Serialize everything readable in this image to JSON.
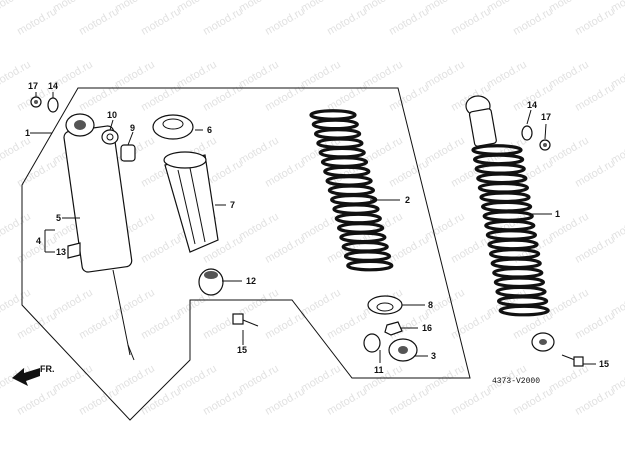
{
  "watermark": "motod.ru",
  "diagram_code": "4373-V2000",
  "front_label": "FR.",
  "callouts": {
    "c1a": "1",
    "c1b": "1",
    "c2": "2",
    "c3": "3",
    "c4": "4",
    "c5": "5",
    "c6": "6",
    "c7": "7",
    "c8": "8",
    "c9": "9",
    "c10": "10",
    "c11": "11",
    "c12": "12",
    "c13": "13",
    "c14a": "14",
    "c14b": "14",
    "c15a": "15",
    "c15b": "15",
    "c16": "16",
    "c17a": "17",
    "c17b": "17"
  }
}
